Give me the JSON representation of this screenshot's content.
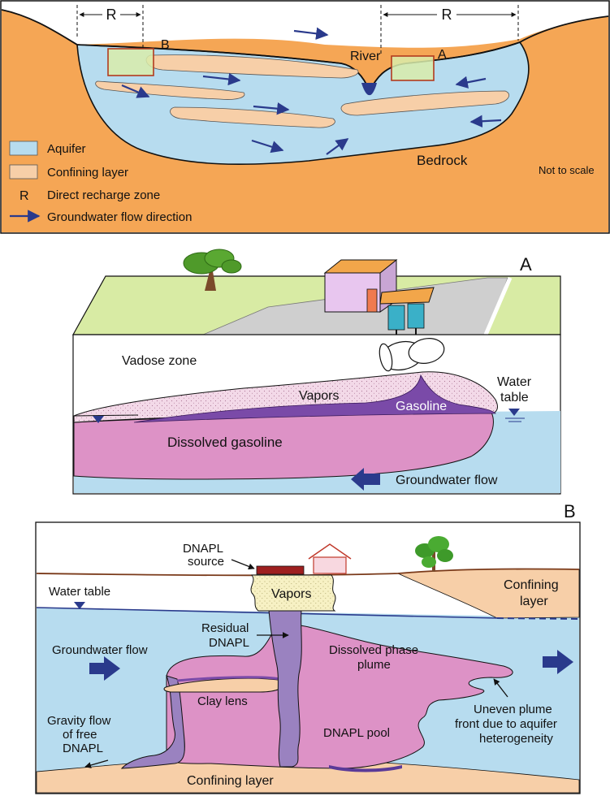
{
  "overview": {
    "recharge_left": "R",
    "recharge_right": "R",
    "box_b": "B",
    "box_a": "A",
    "river": "River",
    "bedrock": "Bedrock",
    "not_to_scale": "Not to scale",
    "legend": {
      "aquifer": "Aquifer",
      "confining": "Confining layer",
      "recharge_symbol": "R",
      "recharge": "Direct recharge zone",
      "flow": "Groundwater flow direction"
    }
  },
  "panel_a": {
    "letter": "A",
    "vadose": "Vadose zone",
    "vapors": "Vapors",
    "gasoline": "Gasoline",
    "water_table_1": "Water",
    "water_table_2": "table",
    "dissolved": "Dissolved gasoline",
    "flow": "Groundwater flow"
  },
  "panel_b": {
    "letter": "B",
    "source_1": "DNAPL",
    "source_2": "source",
    "vapors": "Vapors",
    "water_table": "Water table",
    "confining_top_1": "Confining",
    "confining_top_2": "layer",
    "residual_1": "Residual",
    "residual_2": "DNAPL",
    "flow": "Groundwater flow",
    "dissolved_1": "Dissolved phase",
    "dissolved_2": "plume",
    "clay": "Clay lens",
    "gravity_1": "Gravity flow",
    "gravity_2": "of free",
    "gravity_3": "DNAPL",
    "pool": "DNAPL pool",
    "uneven_1": "Uneven plume",
    "uneven_2": "front due to aquifer",
    "uneven_3": "heterogeneity",
    "confining_bottom": "Confining layer"
  },
  "colors": {
    "aquifer": "#b7dcef",
    "confining": "#f7cfa8",
    "bedrock": "#f5a655",
    "arrow": "#2a3a8c",
    "plume": "#dd92c6",
    "dnapl": "#9a82c0",
    "gasoline": "#7a4aa8",
    "vapor": "#f3d9e8",
    "grass": "#d8eba4",
    "vapor_b": "#f7f1c4",
    "source": "#9e1f1f"
  }
}
